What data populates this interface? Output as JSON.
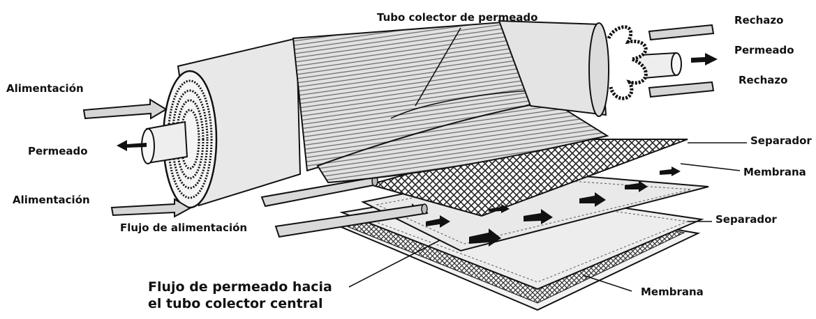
{
  "labels": {
    "tubo_colector": "Tubo colector de permeado",
    "rechazo_top": "Rechazo",
    "permeado_right": "Permeado",
    "rechazo_mid": "Rechazo",
    "alimentacion_top": "Alimentación",
    "permeado_left": "Permeado",
    "alimentacion_bottom": "Alimentación",
    "flujo_alimentacion": "Flujo de alimentación",
    "flujo_permeado_1": "Flujo de permeado hacia",
    "flujo_permeado_2": "el tubo colector central",
    "separador_top": "Separador",
    "membrana_top": "Membrana",
    "separador_bottom": "Separador",
    "membrana_bottom": "Membrana"
  },
  "colors": {
    "ink": "#111111",
    "shell": "#e6e6e6",
    "sheet": "#ececec",
    "mesh": "#222222"
  }
}
